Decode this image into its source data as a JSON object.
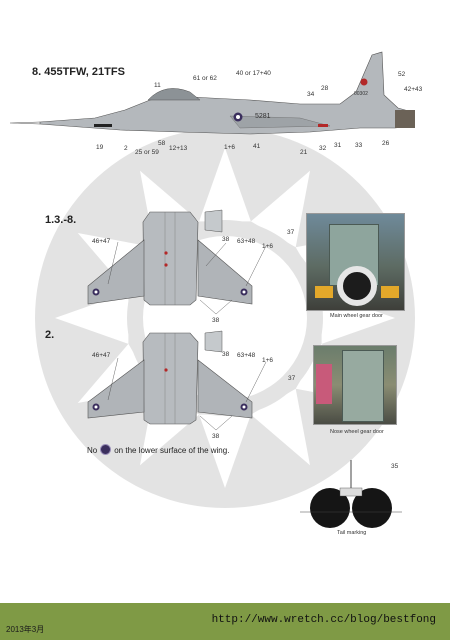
{
  "page": {
    "title": "8. 455TFW, 21TFS",
    "section_a": "1.3.-8.",
    "section_b": "2.",
    "note_before": "No",
    "note_after": "on the lower surface of the wing."
  },
  "side_view": {
    "tail_code": "00302",
    "fuselage_serial": "5281",
    "callouts": {
      "c11": "11",
      "c61": "61 or 62",
      "c40": "40 or 17+40",
      "c52": "52",
      "c4243": "42+43",
      "c34": "34",
      "c28": "28",
      "c19": "19",
      "c2": "2",
      "c25": "25 or 59",
      "c58": "58",
      "c1213": "12+13",
      "c16": "1+6",
      "c41": "41",
      "c21": "21",
      "c32": "32",
      "c31": "31",
      "c33": "33",
      "c26": "26"
    }
  },
  "plan_a": {
    "c4647": "46+47",
    "c38a": "38",
    "c6348": "63+48",
    "c16": "1+6",
    "c38b": "38"
  },
  "plan_b": {
    "c4647": "46+47",
    "c38a": "38",
    "c6348": "63+48",
    "c16": "1+6",
    "c38b": "38"
  },
  "photos": {
    "main_caption": "Main wheel gear door",
    "nose_caption": "Nose wheel gear door",
    "main_callout": "37",
    "nose_callout": "37"
  },
  "tail": {
    "caption": "Tail marking",
    "callout": "35"
  },
  "footer": {
    "date": "2013年3月",
    "url": "http://www.wretch.cc/blog/bestfong"
  },
  "colors": {
    "aircraft_grey": "#a9aeb3",
    "roundel_blue": "#3b2f5e",
    "footer_green": "#7f9a45",
    "sun_grey": "#e2e2e2"
  }
}
